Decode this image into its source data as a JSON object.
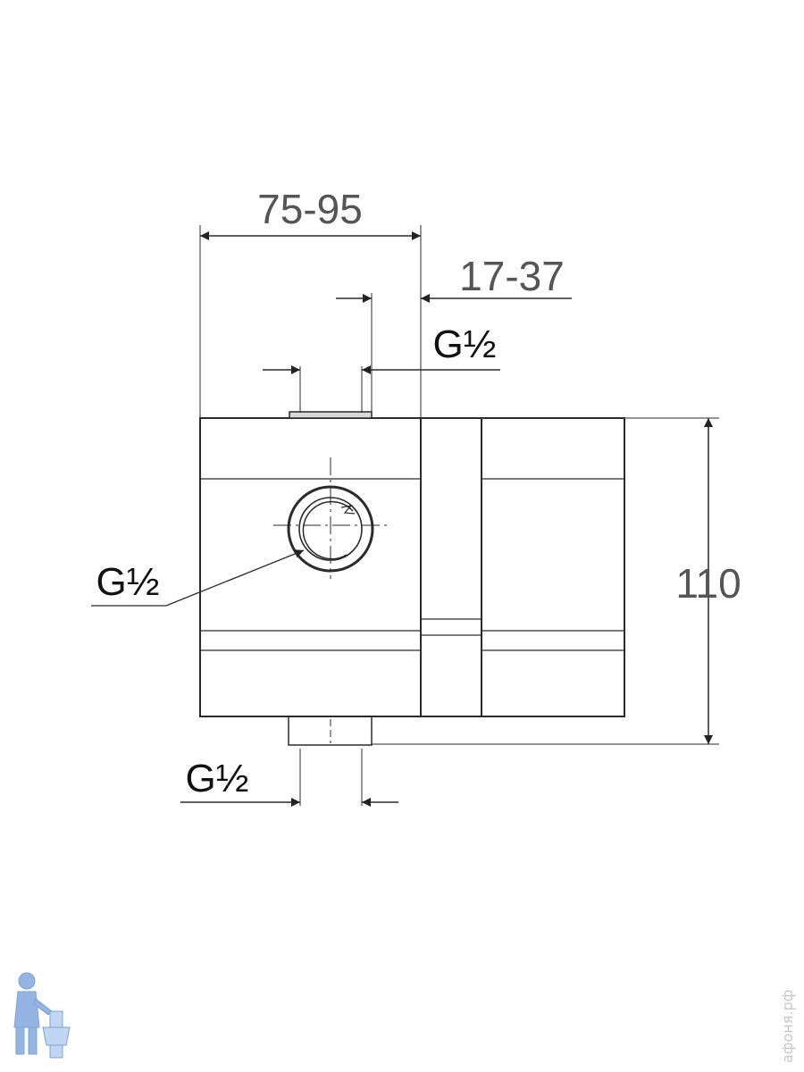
{
  "drawing": {
    "dim_width": "75-95",
    "dim_offset": "17-37",
    "dim_height": "110",
    "thread_top": "G½",
    "thread_side": "G½",
    "thread_bottom": "G½"
  },
  "watermark": {
    "text": "афоня.рф",
    "logo": "plumber-mascot-icon"
  },
  "colors": {
    "line": "#2b2b2b",
    "dim_text": "#555555",
    "thread_text": "#111111",
    "watermark": "#c8c8c8",
    "logo_blue": "#5b8fd6"
  }
}
